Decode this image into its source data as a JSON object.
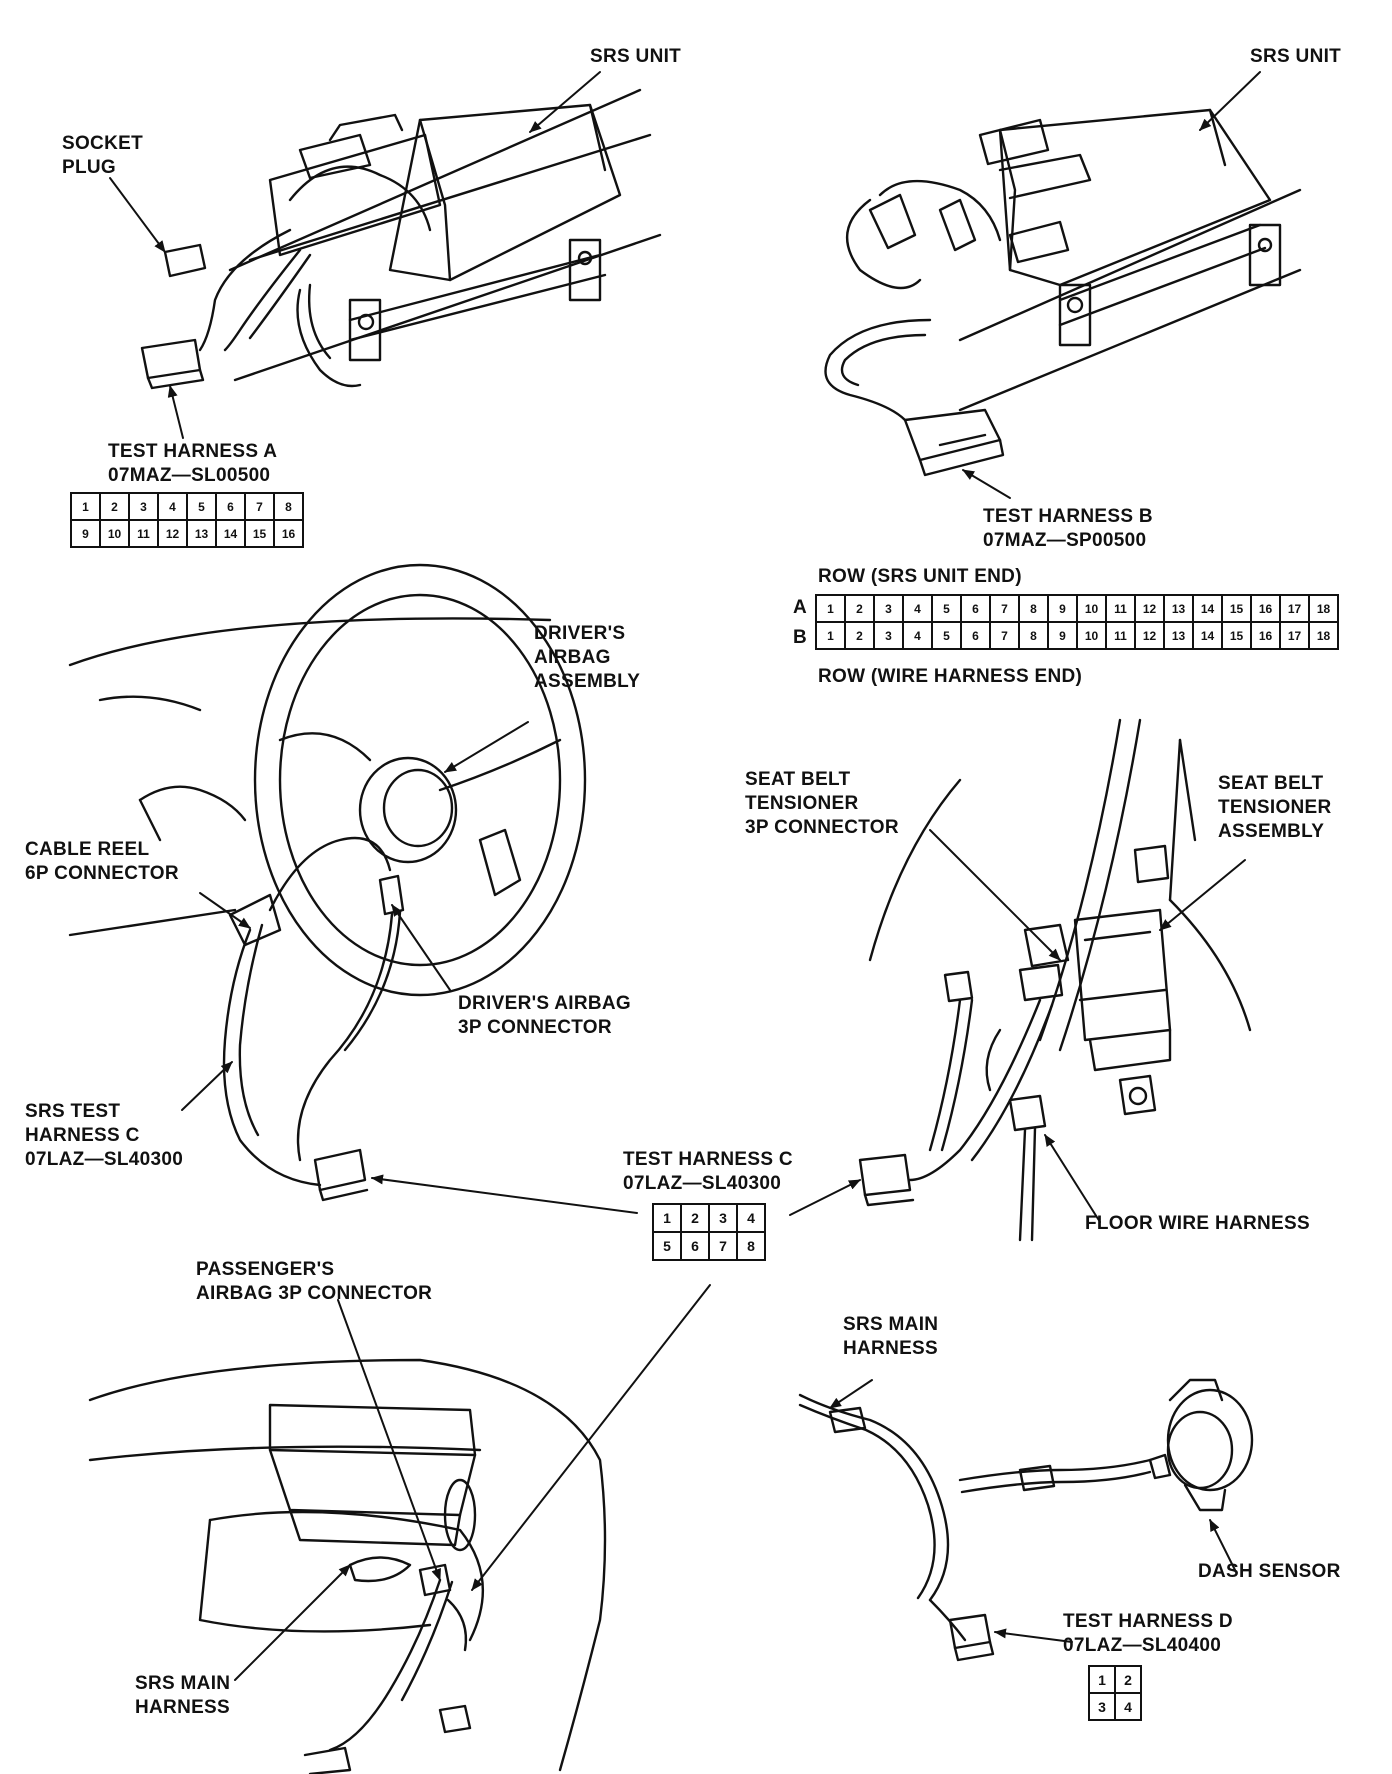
{
  "labels": {
    "srs_unit_left": "SRS UNIT",
    "srs_unit_right": "SRS UNIT",
    "socket_plug": [
      "SOCKET",
      "PLUG"
    ],
    "test_harness_a": [
      "TEST HARNESS A",
      "07MAZ—SL00500"
    ],
    "test_harness_b": [
      "TEST HARNESS B",
      "07MAZ—SP00500"
    ],
    "row_srs_unit_end": "ROW (SRS UNIT END)",
    "row_wire_harness_end": "ROW (WIRE HARNESS END)",
    "drivers_airbag_assembly": [
      "DRIVER'S",
      "AIRBAG",
      "ASSEMBLY"
    ],
    "cable_reel_connector": [
      "CABLE REEL",
      "6P CONNECTOR"
    ],
    "drivers_airbag_connector": [
      "DRIVER'S AIRBAG",
      "3P CONNECTOR"
    ],
    "srs_test_harness_c": [
      "SRS TEST",
      "HARNESS C",
      "07LAZ—SL40300"
    ],
    "seat_belt_tensioner_connector": [
      "SEAT BELT",
      "TENSIONER",
      "3P CONNECTOR"
    ],
    "seat_belt_tensioner_assembly": [
      "SEAT BELT",
      "TENSIONER",
      "ASSEMBLY"
    ],
    "test_harness_c": [
      "TEST HARNESS C",
      "07LAZ—SL40300"
    ],
    "floor_wire_harness": "FLOOR WIRE HARNESS",
    "passengers_airbag_connector": [
      "PASSENGER'S",
      "AIRBAG 3P CONNECTOR"
    ],
    "srs_main_harness_right": [
      "SRS MAIN",
      "HARNESS"
    ],
    "dash_sensor": "DASH SENSOR",
    "test_harness_d": [
      "TEST HARNESS D",
      "07LAZ—SL40400"
    ],
    "srs_main_harness_left": [
      "SRS MAIN",
      "HARNESS"
    ]
  },
  "pin_tables": {
    "harness_a": [
      [
        "1",
        "2",
        "3",
        "4",
        "5",
        "6",
        "7",
        "8"
      ],
      [
        "9",
        "10",
        "11",
        "12",
        "13",
        "14",
        "15",
        "16"
      ]
    ],
    "harness_b": {
      "row_letters": [
        "A",
        "B"
      ],
      "rows": [
        [
          "1",
          "2",
          "3",
          "4",
          "5",
          "6",
          "7",
          "8",
          "9",
          "10",
          "11",
          "12",
          "13",
          "14",
          "15",
          "16",
          "17",
          "18"
        ],
        [
          "1",
          "2",
          "3",
          "4",
          "5",
          "6",
          "7",
          "8",
          "9",
          "10",
          "11",
          "12",
          "13",
          "14",
          "15",
          "16",
          "17",
          "18"
        ]
      ]
    },
    "harness_c": [
      [
        "1",
        "2",
        "3",
        "4"
      ],
      [
        "5",
        "6",
        "7",
        "8"
      ]
    ],
    "harness_d": [
      [
        "1",
        "2"
      ],
      [
        "3",
        "4"
      ]
    ]
  },
  "colors": {
    "ink": "#111111",
    "paper": "#ffffff"
  }
}
